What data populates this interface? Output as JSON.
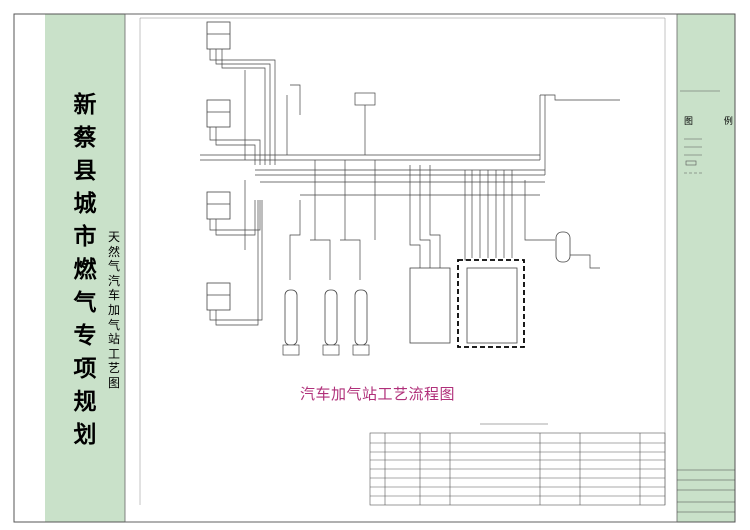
{
  "sidebar": {
    "title_chars": [
      "新",
      "蔡",
      "县",
      "城",
      "市",
      "燃",
      "气",
      "专",
      "项",
      "规",
      "划"
    ],
    "subtitle_chars": [
      "天",
      "然",
      "气",
      "汽",
      "车",
      "加",
      "气",
      "站",
      "工",
      "艺",
      "图"
    ]
  },
  "diagram": {
    "title": "汽车加气站工艺流程图"
  },
  "legend": {
    "heading": "图 例"
  },
  "colors": {
    "sidebar_band": "#c9e1c9",
    "title_accent": "#b0307a",
    "line": "#333333"
  }
}
